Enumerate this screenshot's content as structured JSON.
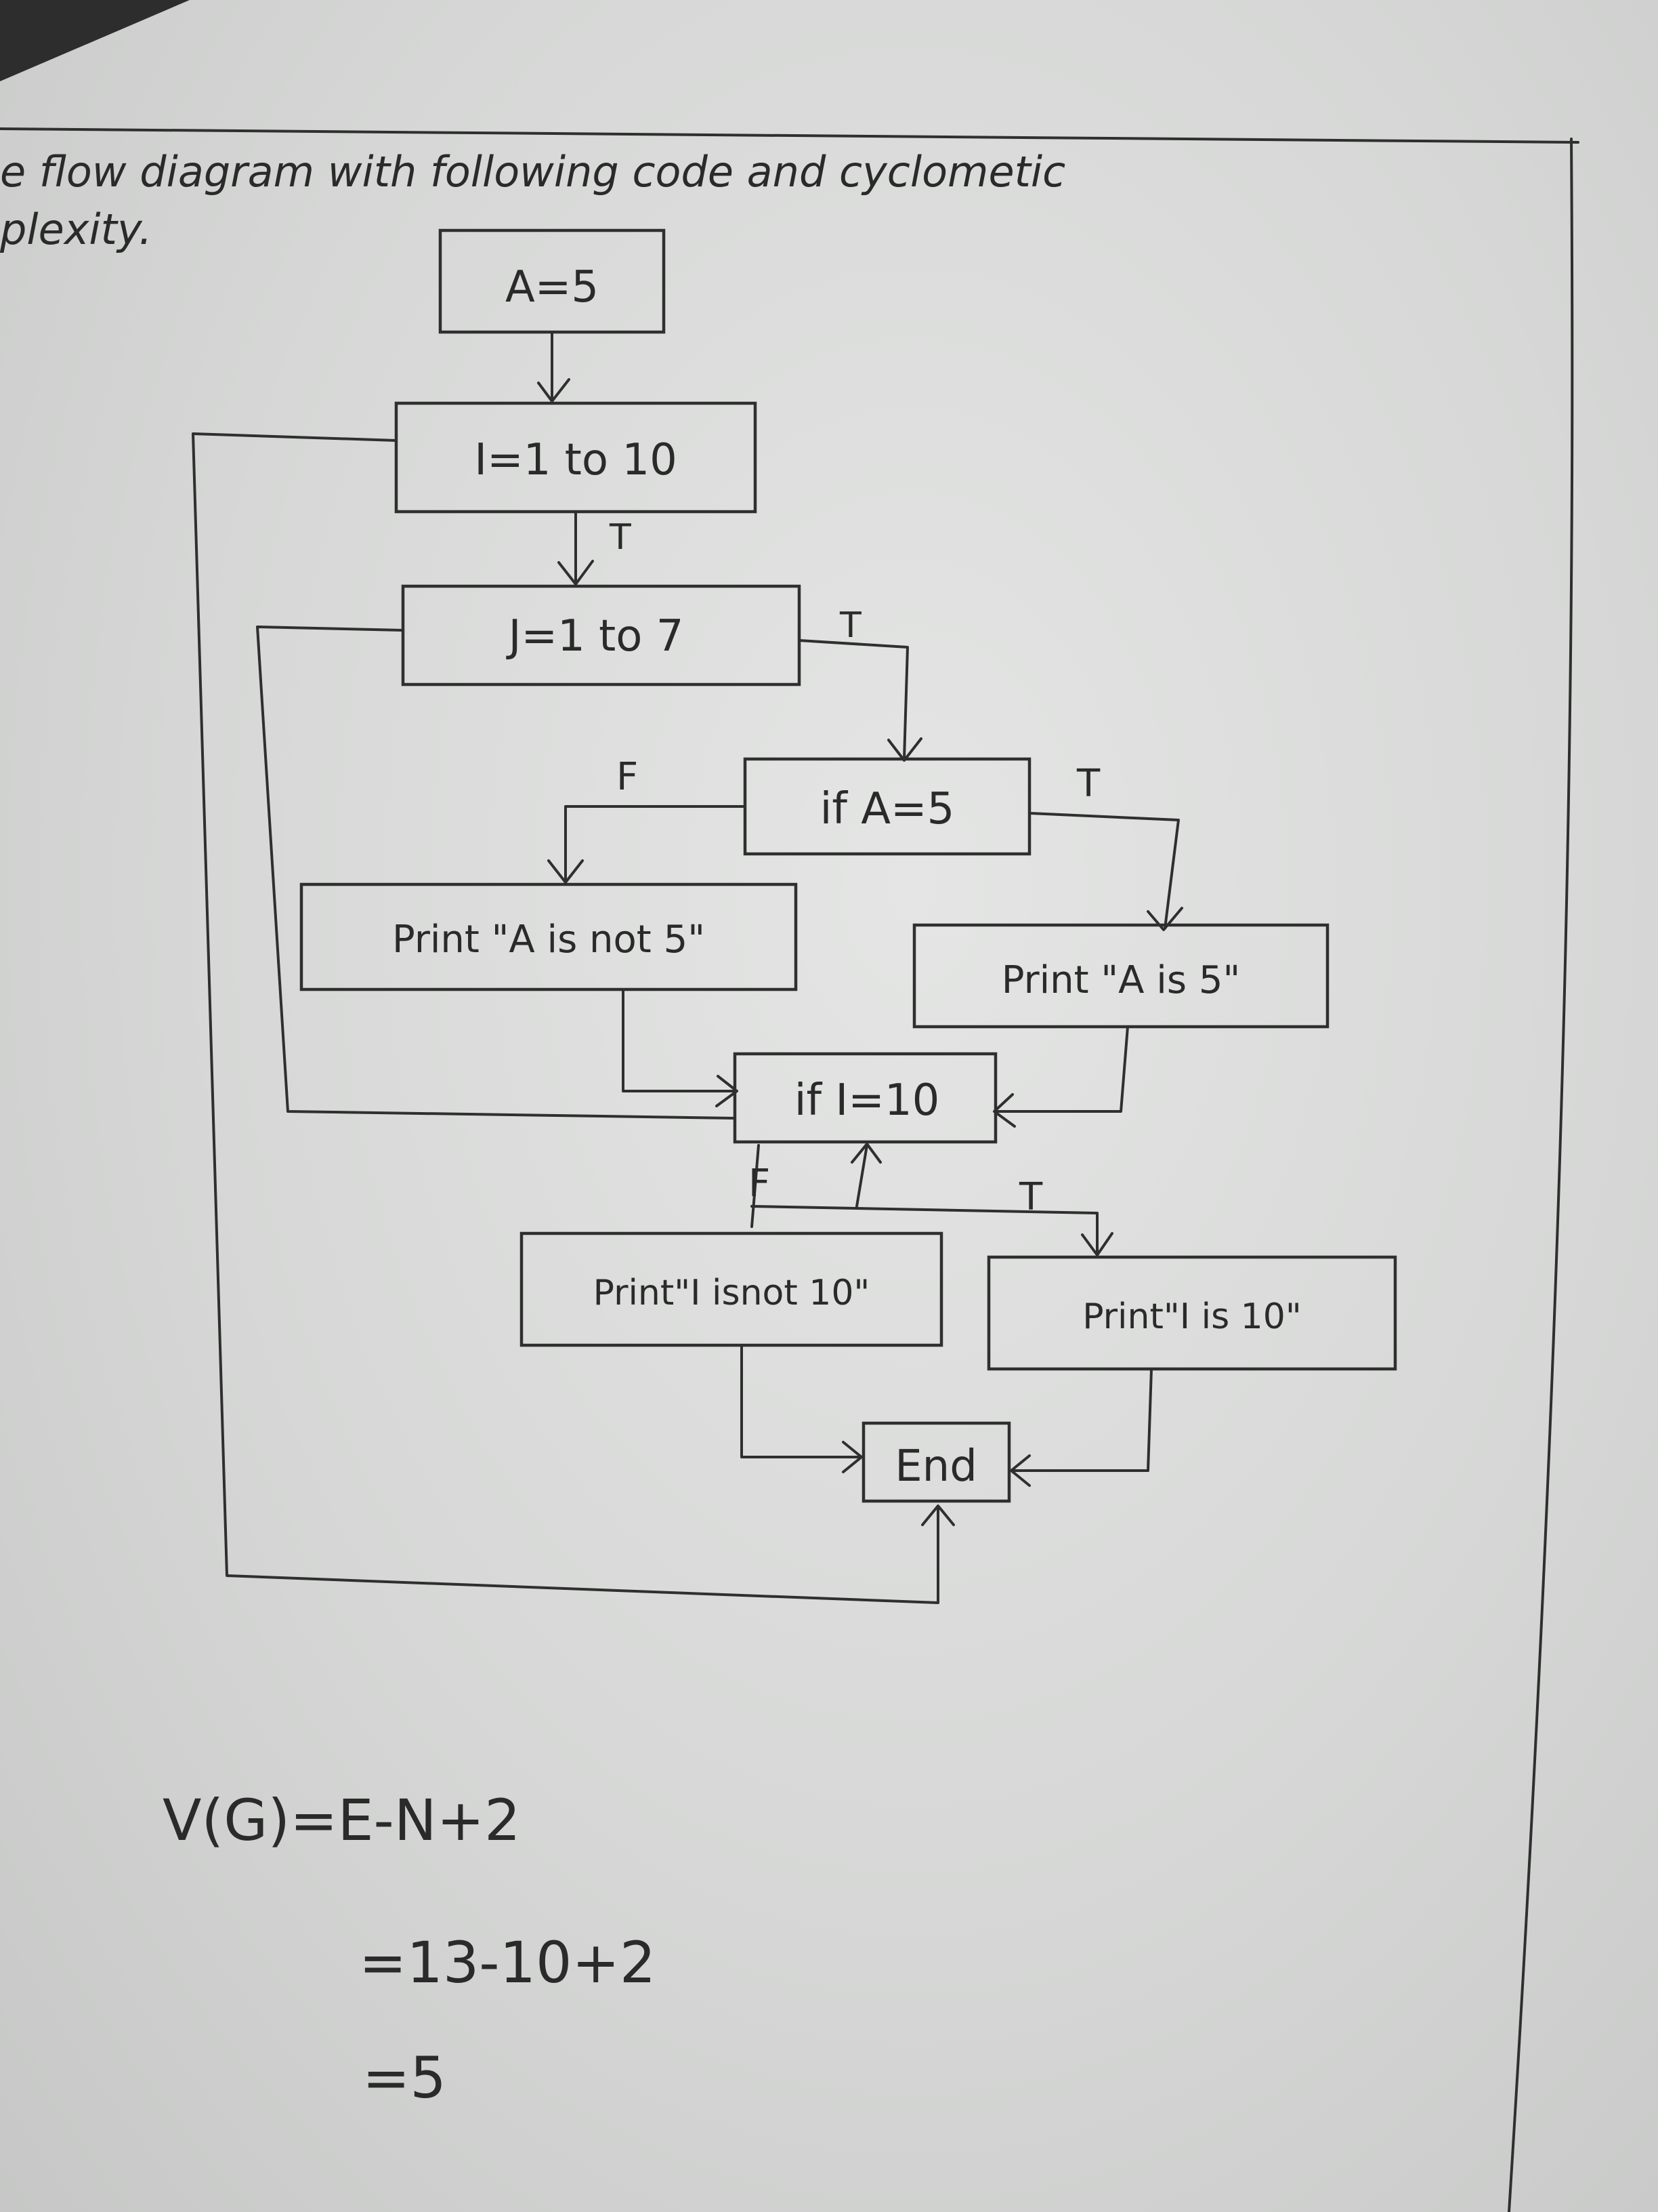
{
  "header": {
    "line1": "e flow diagram with following code and cyclometic",
    "line2": "plexity."
  },
  "nodes": {
    "a_assign": "A=5",
    "i_loop": "I=1 to 10",
    "j_loop": "J=1 to 7",
    "if_a": "if A=5",
    "print_a_not": "Print \"A is not 5\"",
    "print_a_is": "Print \"A is 5\"",
    "if_i": "if I=10",
    "print_i_not": "Print\"I isnot 10\"",
    "print_i_is": "Print\"I is 10\"",
    "end": "End"
  },
  "edge_labels": {
    "i_to_j": "T",
    "j_to_if": "T",
    "if_a_false": "F",
    "if_a_true": "T",
    "if_i_false": "F",
    "if_i_true": "T"
  },
  "formula": {
    "line1": "V(G)=E-N+2",
    "line2": "=13-10+2",
    "line3": "=5"
  }
}
